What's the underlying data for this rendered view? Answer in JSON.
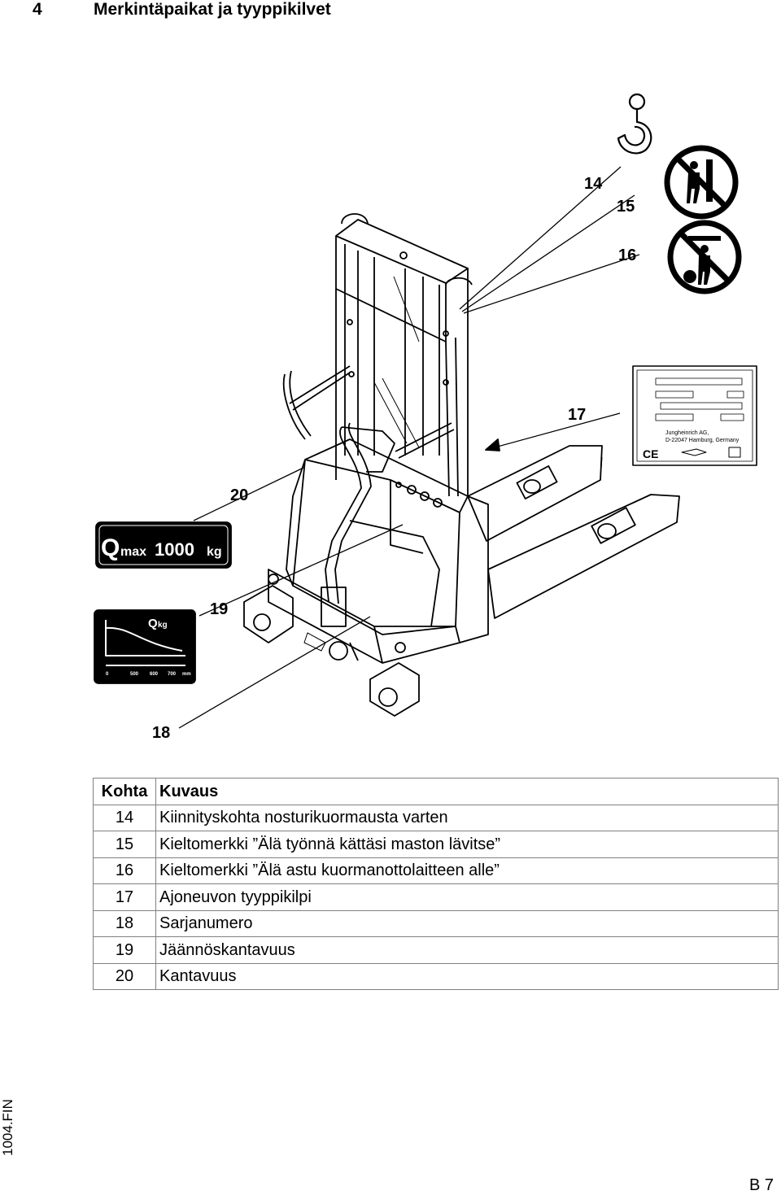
{
  "chapter": {
    "number": "4",
    "title": "Merkintäpaikat ja tyyppikilvet"
  },
  "callouts": {
    "c14": "14",
    "c15": "15",
    "c16": "16",
    "c17": "17",
    "c18": "18",
    "c19": "19",
    "c20": "20"
  },
  "labels": {
    "qmax_q": "Q",
    "qmax_sub": "max",
    "qmax_value": "1000",
    "qmax_unit": "kg",
    "residual_q": "Q",
    "residual_sub": "kg",
    "residual_axis": [
      "0",
      "500",
      "600",
      "700",
      "mm"
    ],
    "plate_company": "Jungheinrich AG,",
    "plate_address": "D-22047 Hamburg, Germany",
    "plate_ce": "CE"
  },
  "table": {
    "headers": {
      "item": "Kohta",
      "desc": "Kuvaus"
    },
    "rows": [
      {
        "item": "14",
        "desc": "Kiinnityskohta nosturikuormausta varten"
      },
      {
        "item": "15",
        "desc": "Kieltomerkki ”Älä työnnä kättäsi maston lävitse”"
      },
      {
        "item": "16",
        "desc": "Kieltomerkki ”Älä astu kuormanottolaitteen alle”"
      },
      {
        "item": "17",
        "desc": "Ajoneuvon tyyppikilpi"
      },
      {
        "item": "18",
        "desc": "Sarjanumero"
      },
      {
        "item": "19",
        "desc": "Jäännöskantavuus"
      },
      {
        "item": "20",
        "desc": "Kantavuus"
      }
    ]
  },
  "footer": {
    "doc_code": "1004.FIN",
    "page": "B 7"
  }
}
